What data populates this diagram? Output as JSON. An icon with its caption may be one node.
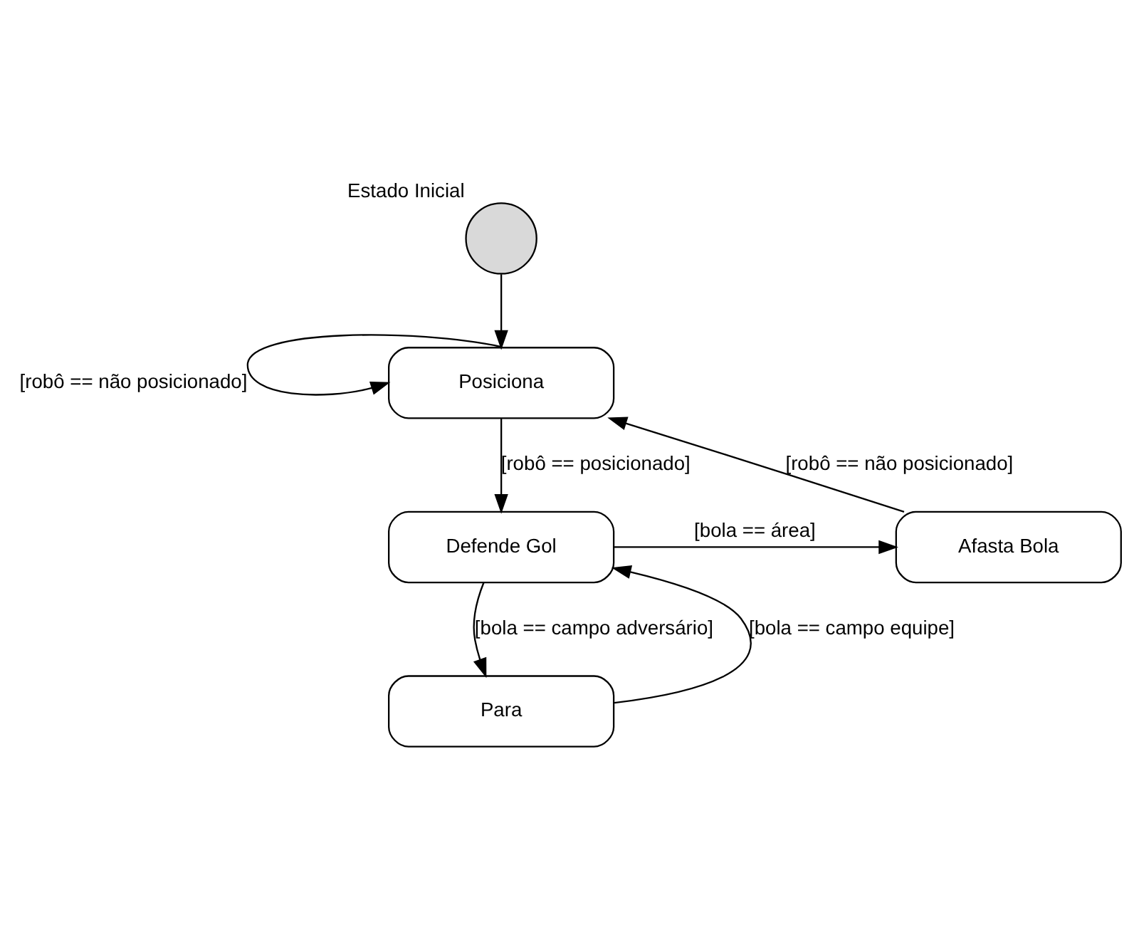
{
  "diagram": {
    "nodes": [
      {
        "text": [],
        "shape": "circle",
        "beside": [
          "Estado Inicial"
        ]
      },
      {
        "text": [
          "Posiciona"
        ]
      },
      {
        "text": [
          "Defende Gol"
        ]
      },
      {
        "text": [
          "Afasta Bola"
        ]
      },
      {
        "text": [
          "Para"
        ]
      }
    ],
    "edges": [
      {
        "from": 0,
        "to": 1,
        "arrow": "to"
      },
      {
        "from": 1,
        "to": 1,
        "arrow": "to",
        "label": "[robô == não posicionado]"
      },
      {
        "from": 1,
        "to": 2,
        "arrow": "to",
        "label": "[robô == posicionado]"
      },
      {
        "from": 2,
        "to": 3,
        "arrow": "to",
        "label": "[bola == área]"
      },
      {
        "from": 3,
        "to": 1,
        "arrow": "to",
        "label": "[robô == não posicionado]"
      },
      {
        "from": 2,
        "to": 4,
        "arrow": "to",
        "label": "[bola == campo adversário]"
      },
      {
        "from": 4,
        "to": 2,
        "arrow": "to",
        "label": "[bola == campo equipe]"
      }
    ]
  }
}
